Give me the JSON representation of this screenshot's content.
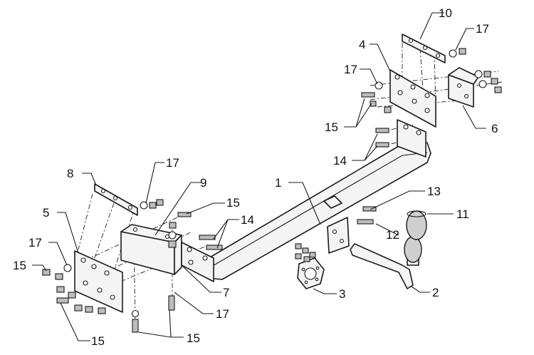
{
  "callouts": {
    "c1": "1",
    "c2": "2",
    "c3": "3",
    "c4": "4",
    "c5": "5",
    "c6": "6",
    "c7": "7",
    "c8": "8",
    "c9": "9",
    "c10": "10",
    "c11": "11",
    "c12": "12",
    "c13": "13",
    "c14_top": "14",
    "c14_mid": "14",
    "c15_right": "15",
    "c15_midtop": "15",
    "c15_left": "15",
    "c15_bottom": "15",
    "c15_bottomleft": "15",
    "c17_topright": "17",
    "c17_upper": "17",
    "c17_mid": "17",
    "c17_left": "17",
    "c17_bottom": "17"
  }
}
